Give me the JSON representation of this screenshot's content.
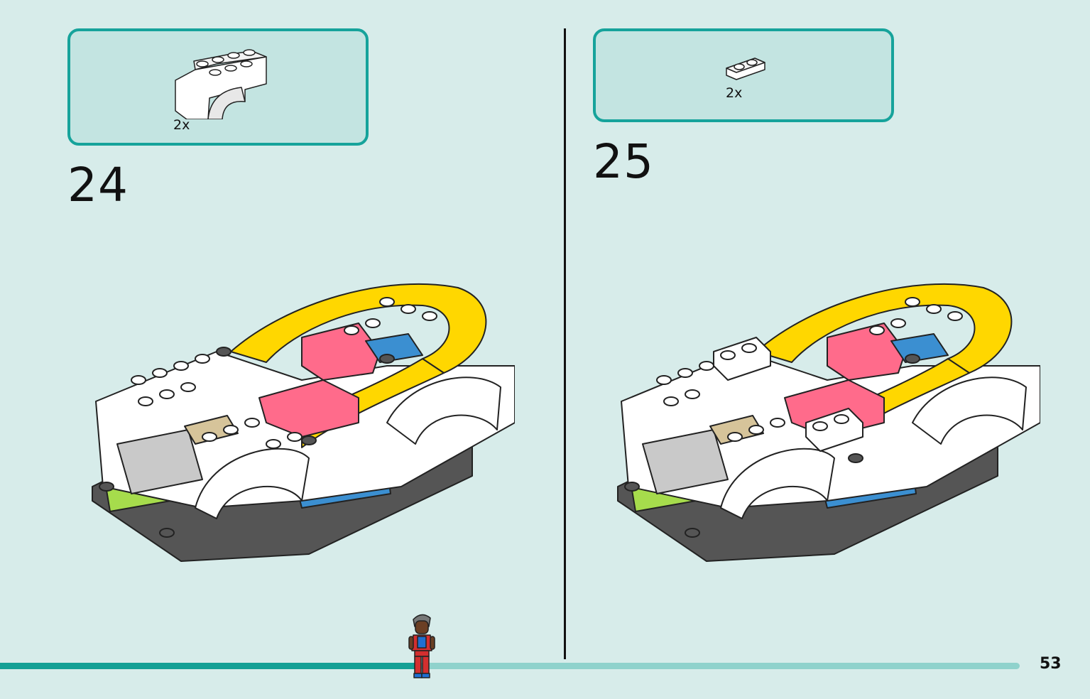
{
  "steps": [
    {
      "number": "24",
      "parts": [
        {
          "name": "white-arch-mudguard",
          "quantity": "2x"
        }
      ]
    },
    {
      "number": "25",
      "parts": [
        {
          "name": "white-jumper-plate",
          "quantity": "2x"
        }
      ]
    }
  ],
  "page_number": "53",
  "progress": {
    "fraction": 0.408
  },
  "colors": {
    "background": "#d7ecea",
    "accent": "#16a39b",
    "progress_track": "#8fd2cc",
    "brick_white": "#ffffff",
    "brick_yellow": "#ffd700",
    "brick_pink": "#ff6b8b",
    "brick_blue": "#3b8fd1",
    "brick_lime": "#a6dc4c",
    "brick_tan": "#d6c49a",
    "brick_gray": "#c9c9c9",
    "brick_dark": "#555555"
  },
  "icons": [
    "arch-brick-icon",
    "jumper-plate-icon",
    "minifigure-icon"
  ]
}
